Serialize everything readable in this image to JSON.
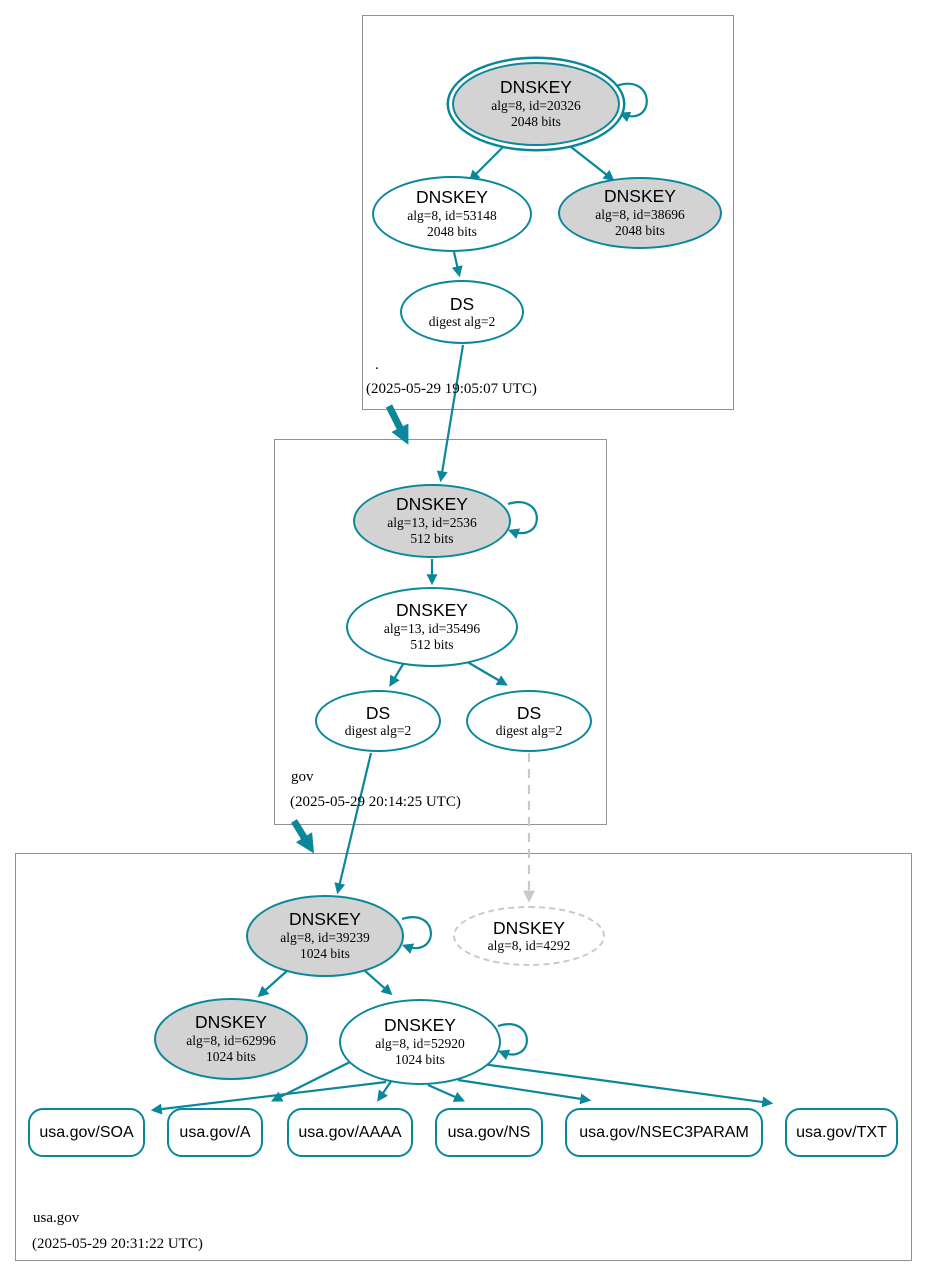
{
  "colors": {
    "edge_and_node_border": "#0a879a",
    "ksk_fill": "#d3d3d3",
    "node_fill": "#ffffff",
    "missing_node_dash": "#c9c9c9",
    "zone_box_border": "#919191",
    "text": "#000000"
  },
  "zones": {
    "root": {
      "label": ".",
      "timestamp": "(2025-05-29 19:05:07 UTC)",
      "nodes": {
        "ksk": {
          "title": "DNSKEY",
          "line1": "alg=8, id=20326",
          "line2": "2048 bits"
        },
        "zsk": {
          "title": "DNSKEY",
          "line1": "alg=8, id=53148",
          "line2": "2048 bits"
        },
        "key2": {
          "title": "DNSKEY",
          "line1": "alg=8, id=38696",
          "line2": "2048 bits"
        },
        "ds": {
          "title": "DS",
          "line1": "digest alg=2"
        }
      }
    },
    "gov": {
      "label": "gov",
      "timestamp": "(2025-05-29 20:14:25 UTC)",
      "nodes": {
        "ksk": {
          "title": "DNSKEY",
          "line1": "alg=13, id=2536",
          "line2": "512 bits"
        },
        "zsk": {
          "title": "DNSKEY",
          "line1": "alg=13, id=35496",
          "line2": "512 bits"
        },
        "ds1": {
          "title": "DS",
          "line1": "digest alg=2"
        },
        "ds2": {
          "title": "DS",
          "line1": "digest alg=2"
        }
      }
    },
    "usagov": {
      "label": "usa.gov",
      "timestamp": "(2025-05-29 20:31:22 UTC)",
      "nodes": {
        "ksk": {
          "title": "DNSKEY",
          "line1": "alg=8, id=39239",
          "line2": "1024 bits"
        },
        "missing": {
          "title": "DNSKEY",
          "line1": "alg=8, id=4292"
        },
        "key2": {
          "title": "DNSKEY",
          "line1": "alg=8, id=62996",
          "line2": "1024 bits"
        },
        "zsk": {
          "title": "DNSKEY",
          "line1": "alg=8, id=52920",
          "line2": "1024 bits"
        },
        "rrsets": [
          {
            "label": "usa.gov/SOA"
          },
          {
            "label": "usa.gov/A"
          },
          {
            "label": "usa.gov/AAAA"
          },
          {
            "label": "usa.gov/NS"
          },
          {
            "label": "usa.gov/NSEC3PARAM"
          },
          {
            "label": "usa.gov/TXT"
          }
        ]
      }
    }
  }
}
